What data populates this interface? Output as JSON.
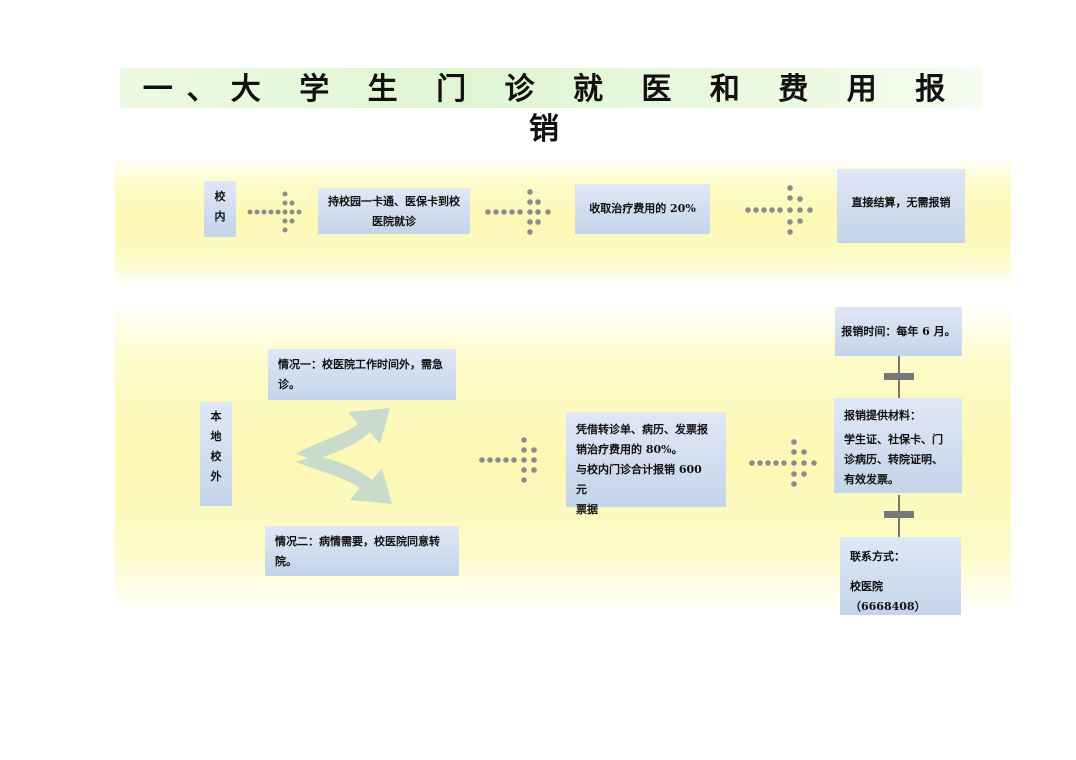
{
  "title": "一、大 学 生 门 诊 就 医 和 费 用 报 销",
  "campus": {
    "label_line1": "校",
    "label_line2": "内",
    "step1_line1": "持校园一卡通、医保卡到校",
    "step1_line2": "医院就诊",
    "step2": "收取治疗费用的 20%",
    "step3": "直接结算，无需报销"
  },
  "offcampus": {
    "label_chars": [
      "本",
      "地",
      "校",
      "外"
    ],
    "case1_line1": "情况一：校医院工作时间外，需急",
    "case1_line2": "诊。",
    "case2_line1": "情况二：病情需要，校医院同意转",
    "case2_line2": "院。",
    "middle_line1": "凭借转诊单、病历、发票报",
    "middle_line2": "销治疗费用的 80%。",
    "middle_line3": "与校内门诊合计报销  600  元",
    "middle_line4": "票据",
    "time": "报销时间：每年 6 月。",
    "materials_title": "报销提供材料：",
    "materials_line1": "学生证、社保卡、门",
    "materials_line2": "诊病历、转院证明、",
    "materials_line3": "有效发票。",
    "contact_title": "联系方式：",
    "contact_value": "校医院（6668408）"
  },
  "colors": {
    "box_fill": "#cfdcee",
    "dot_gray": "#8c8c8c",
    "band_yellow": "#fdf8b4",
    "title_green": "#dff5d2",
    "curved_arrow": "#c9dccc"
  }
}
